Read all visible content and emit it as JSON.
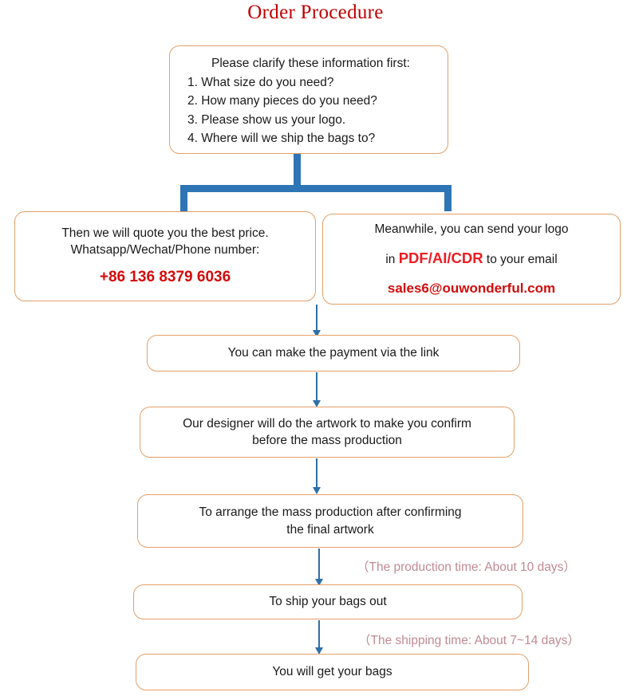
{
  "page": {
    "title": "Order Procedure",
    "title_color": "#C00000",
    "box_border_color": "#E3A06A",
    "connector_color": "#2E75B6",
    "arrow_color": "#2E6FA8",
    "note_color": "#C08A96",
    "accent_red": "#D40B0B",
    "background": "#ffffff"
  },
  "steps": {
    "intro": {
      "heading": "Please clarify these information first:",
      "items": [
        "1. What size do you need?",
        "2. How many pieces do you need?",
        "3. Please show us your logo.",
        "4. Where will we ship the bags to?"
      ]
    },
    "quote": {
      "line1": "Then we will quote you the best price.",
      "line2": "Whatsapp/Wechat/Phone number:",
      "phone": "+86 136 8379 6036"
    },
    "logo": {
      "line1": "Meanwhile, you can send your logo",
      "line2_prefix": "in ",
      "line2_formats": "PDF/AI/CDR",
      "line2_suffix": " to your email",
      "email": "sales6@ouwonderful.com"
    },
    "payment": {
      "line1": "You can make the payment via the link"
    },
    "artwork": {
      "line1": "Our designer will do the artwork to make you confirm",
      "line2": "before the mass production"
    },
    "production": {
      "line1": "To arrange the mass production after confirming",
      "line2": "the final artwork"
    },
    "ship": {
      "line1": "To ship your bags out"
    },
    "receive": {
      "line1": "You will get your bags"
    }
  },
  "notes": {
    "production_time": "（The production time: About 10 days）",
    "shipping_time": "（The shipping time: About 7~14 days）"
  }
}
